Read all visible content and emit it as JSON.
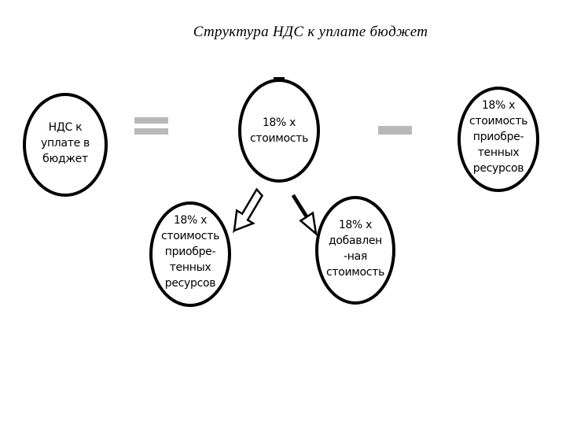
{
  "title": "Структура НДС  к уплате  бюджет",
  "nodes": {
    "vat_payable": {
      "lines": [
        "НДС к",
        "уплате в",
        "бюджет"
      ]
    },
    "total": {
      "lines": [
        "18% х",
        "стоимость"
      ]
    },
    "purchased": {
      "lines": [
        "18% х",
        "стоимость",
        "приобре-",
        "тенных",
        "ресурсов"
      ]
    },
    "added": {
      "lines": [
        "18% х",
        "добавлен",
        "-ная",
        "стоимость"
      ]
    },
    "purchased_right": {
      "lines": [
        "18% х",
        "стоимость",
        "приобре-",
        "тенных",
        "ресурсов"
      ]
    }
  },
  "operators": {
    "equals": "equals-sign",
    "minus": "minus-sign"
  },
  "colors": {
    "operator": "#b9b9b9",
    "stroke": "#000000"
  }
}
